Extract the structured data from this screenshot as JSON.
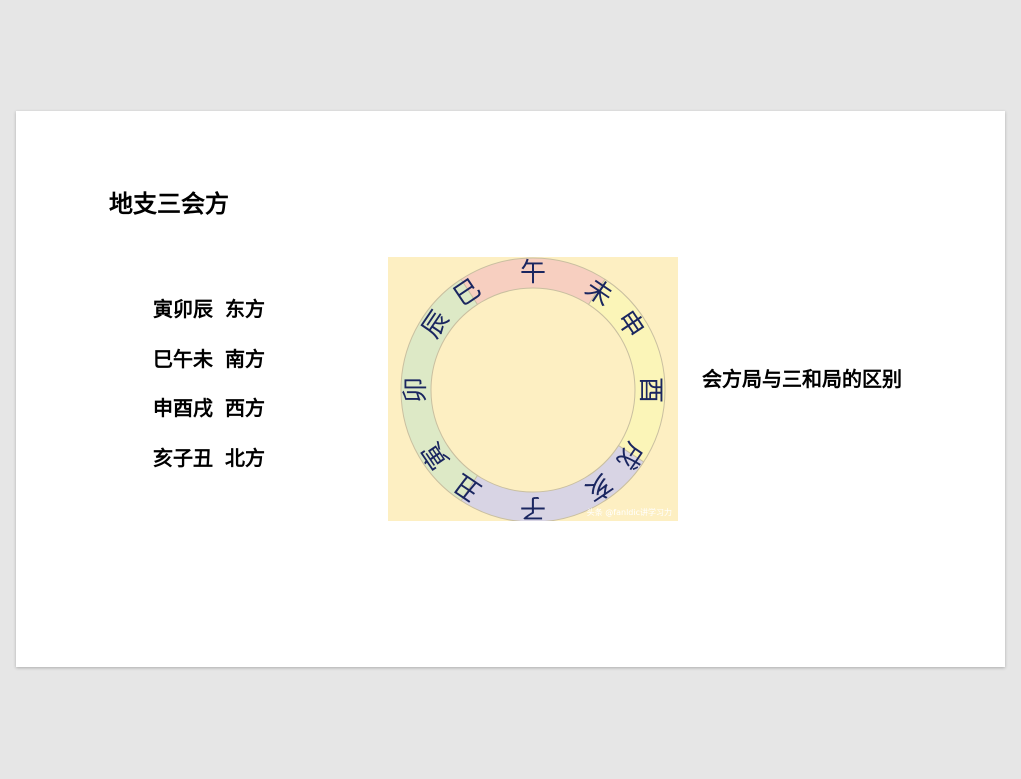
{
  "slide": {
    "title": "地支三会方",
    "groups": [
      {
        "branches": "寅卯辰",
        "direction": "东方"
      },
      {
        "branches": "巳午未",
        "direction": "南方"
      },
      {
        "branches": "申酉戌",
        "direction": "西方"
      },
      {
        "branches": "亥子丑",
        "direction": "北方"
      }
    ],
    "side_note": "会方局与三和局的区别"
  },
  "figure": {
    "sectors": [
      {
        "name": "south",
        "color": "#f7cfc0",
        "chars": [
          "巳",
          "午",
          "未"
        ]
      },
      {
        "name": "west",
        "color": "#fbf5b8",
        "chars": [
          "申",
          "酉",
          "戌"
        ]
      },
      {
        "name": "north",
        "color": "#d8d4e4",
        "chars": [
          "亥",
          "子",
          "丑"
        ]
      },
      {
        "name": "east",
        "color": "#dde9c6",
        "chars": [
          "寅",
          "卯",
          "辰"
        ]
      }
    ],
    "watermark": "头条 @fanldic讲学习力"
  }
}
